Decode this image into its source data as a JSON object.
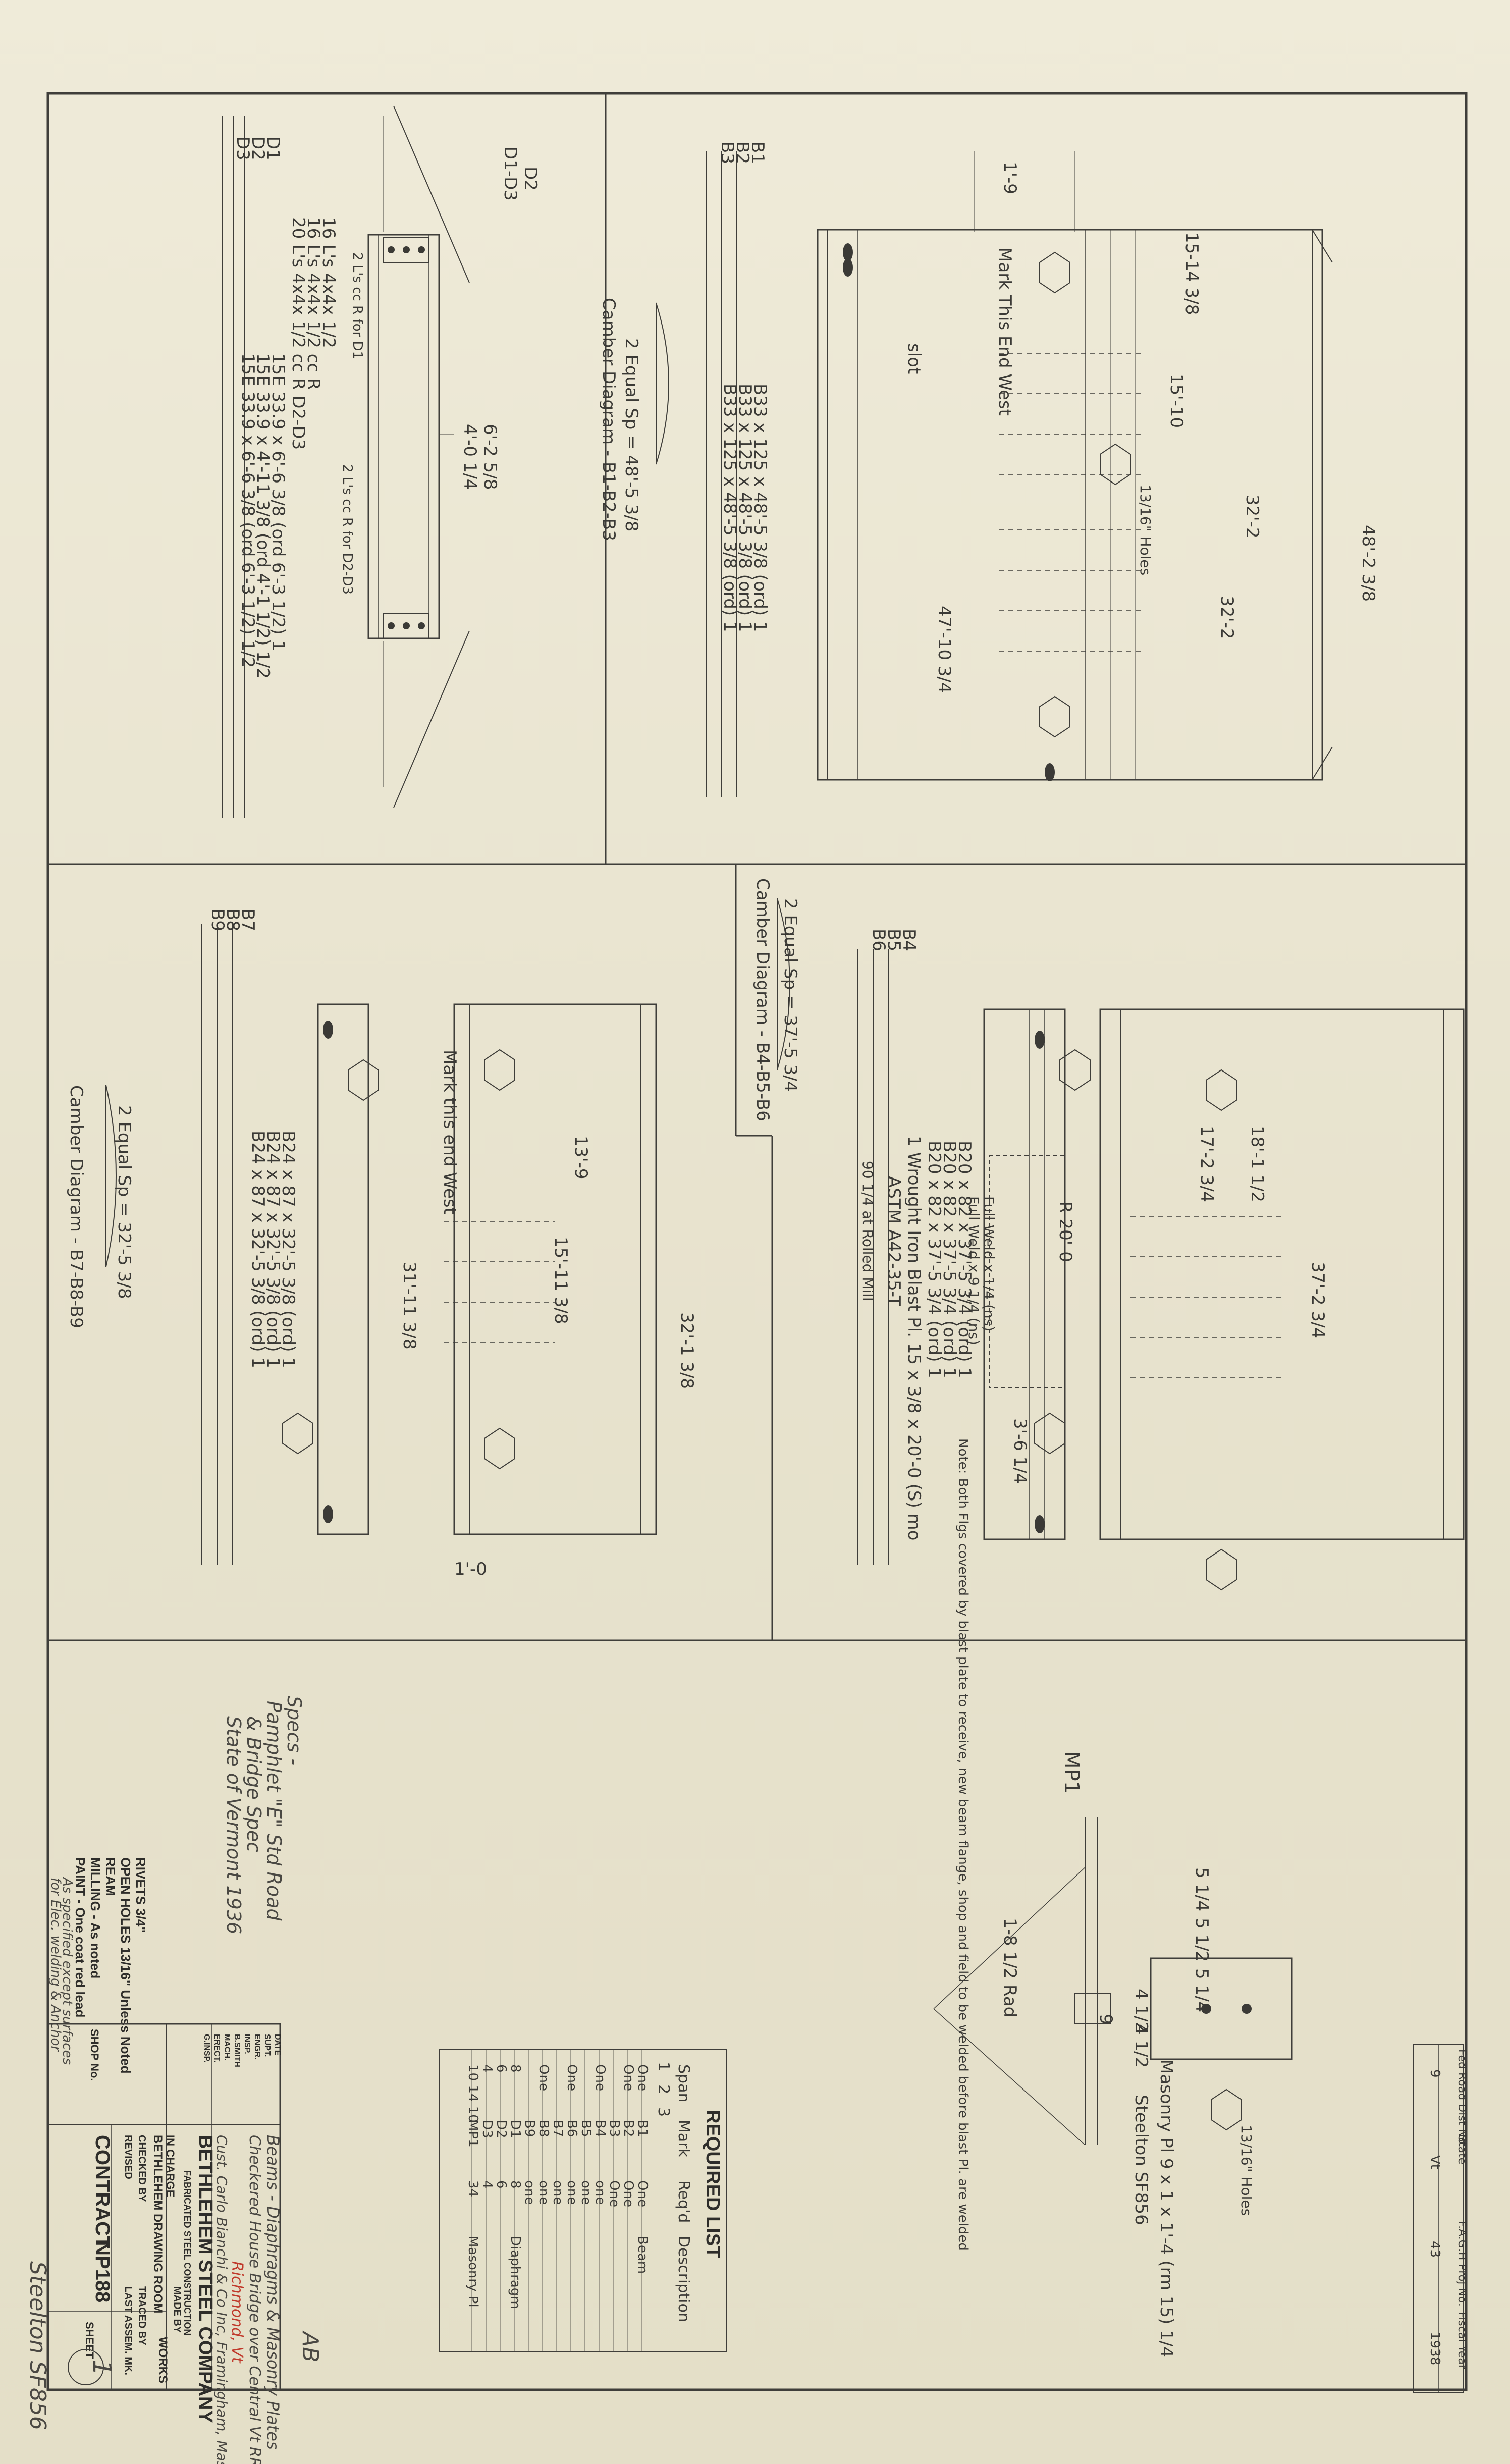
{
  "colors": {
    "paper": "#ebe7d4",
    "ink": "#3b3a36",
    "ink_faint": "#8a877d",
    "stamp_red": "#c0392b"
  },
  "corner": {
    "headers": [
      "Fed Road Dist No.",
      "State",
      "F.A.G.H Proj No.",
      "Fiscal Year"
    ],
    "values": [
      "9",
      "Vt",
      "43",
      "1938"
    ]
  },
  "panels": {
    "d": {
      "heading_top": "D1-D3",
      "heading_sub": "D2",
      "marks": [
        "D1",
        "D2",
        "D3"
      ],
      "descs": [
        "15E 33.9 x 6'-6 3/8 (ord 6'-3 1/2)  1",
        "15E 33.9 x 4'-11 3/8 (ord 4'-1 1/2)  1/2",
        "15E 33.9 x 6'-6 3/8 (ord 6'-3 1/2)  1/2"
      ],
      "angles": [
        "16 L's 4x4x 1/2",
        "16 L's 4x4x 1/2  cc R",
        "20 L's 4x4x 1/2  cc R  D2-D3"
      ],
      "dims": [
        "6'-2 5/8",
        "4'-0 1/4",
        "2 Equal Sp = 48'-5 3/8"
      ],
      "camber_title": "Camber Diagram - B1-B2-B3",
      "notes": [
        "2 L's cc R for D1",
        "2 L's cc R for D2-D3"
      ]
    },
    "b1": {
      "marks": [
        "B1",
        "B2",
        "B3"
      ],
      "descs": [
        "B33 x 125 x 48'-5 3/8 (ord)  1",
        "B33 x 125 x 48'-5 3/8 (ord)  1",
        "B33 x 125 x 48'-5 3/8 (ord)  1"
      ],
      "dims": [
        "47'-10 3/4",
        "48'-2 3/8",
        "1'-9",
        "15'-10",
        "32'-2",
        "32'-2"
      ],
      "slot_label": "slot",
      "mark_note": "Mark This End West",
      "holes": "13/16\" Holes",
      "bracket": "15-14 3/8"
    },
    "b4": {
      "marks": [
        "B4",
        "B5",
        "B6"
      ],
      "descs": [
        "B20 x 82 x 37'-5 3/4 (ord)  1",
        "B20 x 82 x 37'-5 3/4 (ord)  1",
        "B20 x 82 x 37'-5 3/4 (ord)  1"
      ],
      "note1": "1 Wrought Iron Blast Pl. 15 x 3/8 x 20'-0 (S) mo",
      "note2": "ASTM A42-35-T",
      "note3": "90 1/4 at Rolled Mill",
      "weld": "Full Weld x 1/4 (ns)",
      "weld2": "Full Weld x 9 1/4 (ns)",
      "plate_label": "R 20'-0",
      "note4": "Note: Both Flgs covered by blast plate to receive, new beam flange, shop and field to be welded before blast Pl. are welded",
      "dims": [
        "37'-2 3/4",
        "18'-1 1/2",
        "17'-2 3/4",
        "3'-6 1/4"
      ],
      "camber_title": "Camber Diagram - B4-B5-B6",
      "camber_dim": "2 Equal Sp = 37'-5 3/4"
    },
    "b7": {
      "marks": [
        "B7",
        "B8",
        "B9"
      ],
      "descs": [
        "B24 x 87 x 32'-5 3/8 (ord)  1",
        "B24 x 87 x 32'-5 3/8 (ord)  1",
        "B24 x 87 x 32'-5 3/8 (ord)  1"
      ],
      "dims": [
        "32'-1 3/8",
        "31'-11 3/8",
        "15'-11 3/8",
        "13'-9",
        "1'-0"
      ],
      "mark_note": "Mark this end West",
      "camber_title": "Camber Diagram - B7-B8-B9",
      "camber_dim": "2 Equal Sp = 32'-5 3/8"
    }
  },
  "masonry": {
    "title": "Masonry Pl 9 x 1 x 1'-4 (rm 15) 1/4",
    "sub": "Steelton SF856",
    "mark": "MP1",
    "dims": [
      "5 1/4",
      "5 1/2",
      "5 1/4",
      "4 1/2",
      "4 1/2",
      "9"
    ],
    "rad": "1-8 1/2 Rad",
    "holes": "13/16\" Holes"
  },
  "spec": {
    "line1": "Specs -",
    "line2": "Pamphlet \"E\" Std Road",
    "line3": "& Bridge Spec",
    "line4": "State of Vermont 1936"
  },
  "notes": {
    "rivets": "RIVETS 3/4\"",
    "open_holes": "OPEN HOLES 13/16\" Unless Noted",
    "ream": "REAM",
    "milling": "MILLING - As noted",
    "paint": "PAINT - One coat red lead",
    "paint2": "As specified except surfaces",
    "paint3": "for Elec. welding & Anchor"
  },
  "required": {
    "title": "REQUIRED LIST",
    "headers": [
      "Span",
      "Mark",
      "Req'd",
      "Description"
    ],
    "spans": [
      "1",
      "2",
      "3"
    ],
    "rows": [
      [
        "One",
        "B1",
        "One",
        "Beam"
      ],
      [
        "One",
        "B2",
        "One",
        ""
      ],
      [
        "",
        "B3",
        "One",
        ""
      ],
      [
        "One",
        "B4",
        "one",
        ""
      ],
      [
        "",
        "B5",
        "one",
        ""
      ],
      [
        "One",
        "B6",
        "one",
        ""
      ],
      [
        "",
        "B7",
        "one",
        ""
      ],
      [
        "One",
        "B8",
        "one",
        ""
      ],
      [
        "",
        "B9",
        "one",
        ""
      ],
      [
        "8",
        "D1",
        "8",
        "Diaphragm"
      ],
      [
        "6",
        "D2",
        "6",
        ""
      ],
      [
        "4",
        "D3",
        "4",
        ""
      ],
      [
        "10 14 10",
        "MP1",
        "34",
        "Masonry Pl"
      ]
    ]
  },
  "title_block": {
    "subject": "Beams - Diaphragms & Masonry Plates",
    "bridge": "Checkered House Bridge over Central Vt RR",
    "location": "Richmond, Vt",
    "customer": "Cust. Carlo Bianchi & Co Inc, Framingham, Mass",
    "company": "BETHLEHEM STEEL COMPANY",
    "fab": "FABRICATED STEEL CONSTRUCTION",
    "in_charge": "IN CHARGE",
    "drawing_room": "BETHLEHEM DRAWING ROOM",
    "works": "WORKS",
    "made_by": "MADE BY",
    "checked_by": "CHECKED BY",
    "traced_by": "TRACED BY",
    "revised": "REVISED",
    "last_assem": "LAST ASSEM. MK.",
    "shop_no": "SHOP No.",
    "contract": "CONTRACT",
    "contract_no": "NP188",
    "sheet_label": "SHEET",
    "sheet_no": "1",
    "steelton": "Steelton SF856",
    "tick_labels": [
      "DATE",
      "SUPT.",
      "ENGR.",
      "INSP.",
      "B.SMITH",
      "MACH.",
      "ERECT.",
      "G.INSP."
    ],
    "initials": "AB"
  }
}
